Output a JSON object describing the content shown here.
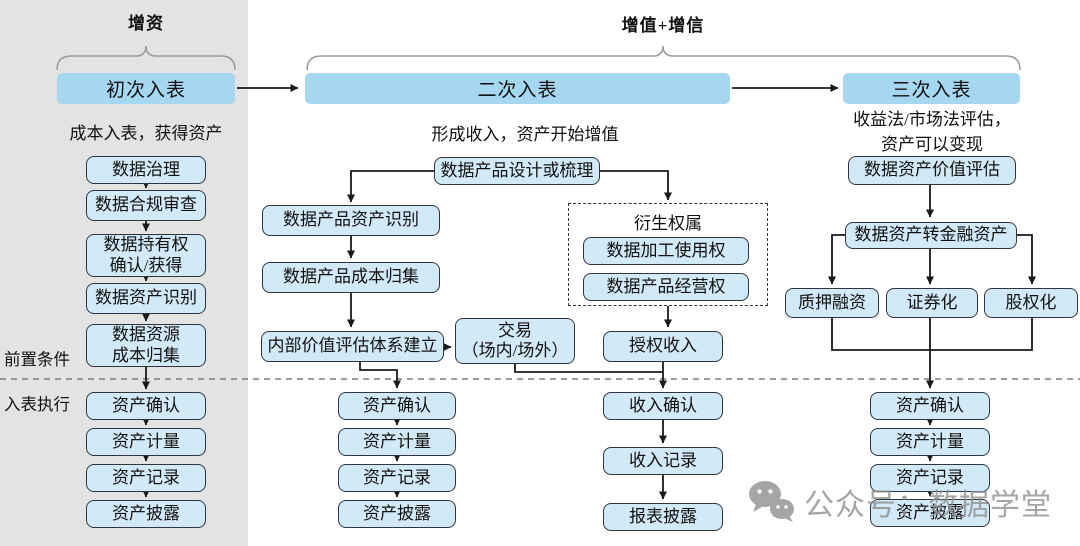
{
  "brackets": {
    "stage1_label": "增资",
    "stage23_label": "增值+增信"
  },
  "headers": {
    "stage1": "初次入表",
    "stage2": "二次入表",
    "stage3": "三次入表"
  },
  "side_labels": {
    "precondition": "前置条件",
    "execution": "入表执行"
  },
  "stage1": {
    "subtitle": "成本入表，获得资产",
    "pre_steps": [
      "数据治理",
      "数据合规审查",
      "数据持有权\n确认/获得",
      "数据资产识别",
      "数据资源\n成本归集"
    ],
    "exec_steps": [
      "资产确认",
      "资产计量",
      "资产记录",
      "资产披露"
    ]
  },
  "stage2": {
    "subtitle": "形成收入，资产开始增值",
    "root": "数据产品设计或梳理",
    "product_chain": [
      "数据产品资产识别",
      "数据产品成本归集",
      "内部价值评估体系建立"
    ],
    "trade": "交易\n（场内/场外）",
    "derived_group": {
      "title": "衍生权属",
      "items": [
        "数据加工使用权",
        "数据产品经营权"
      ]
    },
    "license_income": "授权收入",
    "asset_steps": [
      "资产确认",
      "资产计量",
      "资产记录",
      "资产披露"
    ],
    "income_steps": [
      "收入确认",
      "收入记录",
      "报表披露"
    ]
  },
  "stage3": {
    "subtitle": "收益法/市场法评估，\n资产可以变现",
    "valuation": "数据资产价值评估",
    "conversion": "数据资产转金融资产",
    "finance_options": [
      "质押融资",
      "证券化",
      "股权化"
    ],
    "exec_steps": [
      "资产确认",
      "资产计量",
      "资产记录",
      "资产披露"
    ]
  },
  "watermark": {
    "icon": "wechat-icon",
    "text": "公众号：数据学堂"
  },
  "colors": {
    "header_fill": "#a6d7f1",
    "box_fill": "#d2e9f8",
    "box_border": "#2f3640",
    "panel_bg": "#e3e3e3",
    "line_color": "#1a1a1a",
    "brace_color": "#9a9a9a",
    "divider_color": "#7d7d7d",
    "watermark_color": "#8f8f8f"
  }
}
